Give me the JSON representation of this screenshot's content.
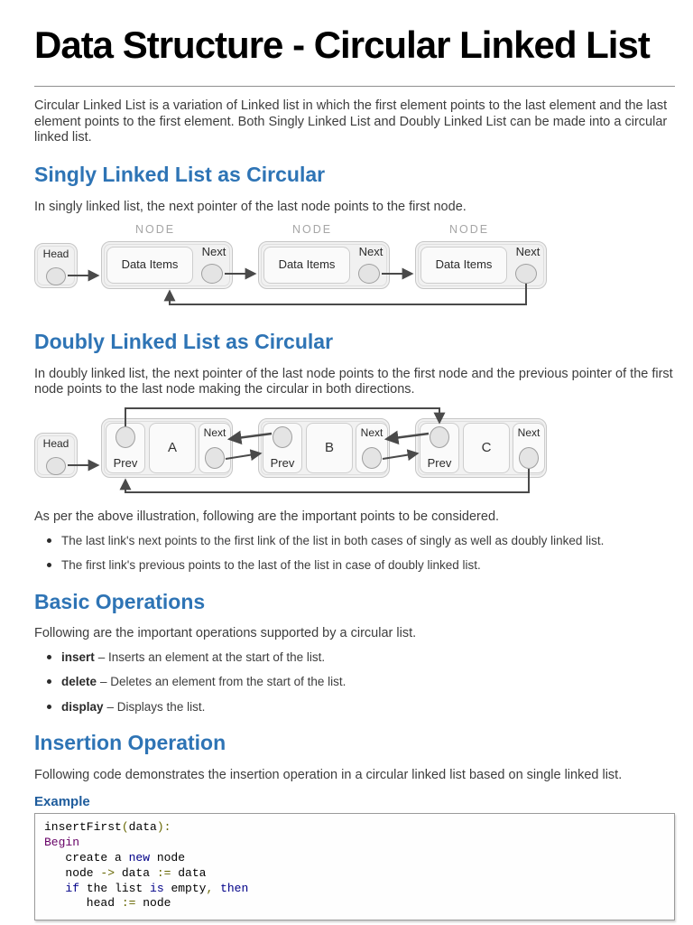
{
  "doc": {
    "title": "Data Structure - Circular Linked List",
    "intro": "Circular Linked List is a variation of Linked list in which the first element points to the last element and the last element points to the first element. Both Singly Linked List and Doubly Linked List can be made into a circular linked list."
  },
  "colors": {
    "heading_blue": "#2e74b5",
    "example_blue": "#1e5c9c",
    "code_keyword": "#000088",
    "code_type": "#660066",
    "code_punctuation": "#666600",
    "code_plain": "#000000"
  },
  "sections": {
    "singly": {
      "heading": "Singly Linked List as Circular",
      "body": "In singly linked list, the next pointer of the last node points to the first node."
    },
    "doubly": {
      "heading": "Doubly Linked List as Circular",
      "body": "In doubly linked list, the next pointer of the last node points to the first node and the previous pointer of the first node points to the last node making the circular in both directions."
    },
    "note": "As per the above illustration, following are the important points to be considered.",
    "points": [
      "The last link's next points to the first link of the list in both cases of singly as well as doubly linked list.",
      "The first link's previous points to the last of the list in case of doubly linked list."
    ],
    "basic_ops": {
      "heading": "Basic Operations",
      "body": "Following are the important operations supported by a circular list.",
      "operations": [
        {
          "term": "insert",
          "desc": "– Inserts an element at the start of the list."
        },
        {
          "term": "delete",
          "desc": "– Deletes an element from the start of the list."
        },
        {
          "term": "display",
          "desc": "– Displays the list."
        }
      ]
    },
    "insertion": {
      "heading": "Insertion Operation",
      "body": "Following code demonstrates the insertion operation in a circular linked list based on single linked list.",
      "example_label": "Example"
    }
  },
  "diagram_singly": {
    "node_caption": "NODE",
    "head_label": "Head",
    "data_label": "Data Items",
    "next_label": "Next"
  },
  "diagram_doubly": {
    "head_label": "Head",
    "prev_label": "Prev",
    "next_label": "Next",
    "nodes": [
      "A",
      "B",
      "C"
    ]
  },
  "code": {
    "lines": [
      [
        {
          "t": "insertFirst",
          "c": "pln"
        },
        {
          "t": "(",
          "c": "pun"
        },
        {
          "t": "data",
          "c": "pln"
        },
        {
          "t": "):",
          "c": "pun"
        }
      ],
      [
        {
          "t": "Begin",
          "c": "typ"
        }
      ],
      [
        {
          "t": "   create a ",
          "c": "pln"
        },
        {
          "t": "new",
          "c": "kwd"
        },
        {
          "t": " node",
          "c": "pln"
        }
      ],
      [
        {
          "t": "   node ",
          "c": "pln"
        },
        {
          "t": "->",
          "c": "pun"
        },
        {
          "t": " data ",
          "c": "pln"
        },
        {
          "t": ":=",
          "c": "pun"
        },
        {
          "t": " data",
          "c": "pln"
        }
      ],
      [
        {
          "t": "   ",
          "c": "pln"
        },
        {
          "t": "if",
          "c": "kwd"
        },
        {
          "t": " the list ",
          "c": "pln"
        },
        {
          "t": "is",
          "c": "kwd"
        },
        {
          "t": " empty",
          "c": "pln"
        },
        {
          "t": ",",
          "c": "pun"
        },
        {
          "t": " ",
          "c": "pln"
        },
        {
          "t": "then",
          "c": "kwd"
        }
      ],
      [
        {
          "t": "      head ",
          "c": "pln"
        },
        {
          "t": ":=",
          "c": "pun"
        },
        {
          "t": " node",
          "c": "pln"
        }
      ]
    ]
  }
}
